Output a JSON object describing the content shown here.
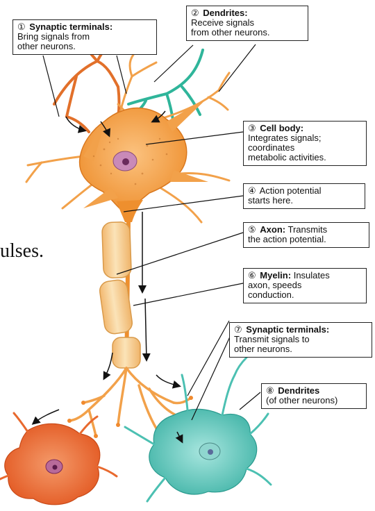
{
  "background_fragment": "ulses.",
  "labels": {
    "l1": {
      "num": "①",
      "title": "Synaptic terminals:",
      "line1": "Bring signals from",
      "line2": "other neurons."
    },
    "l2": {
      "num": "②",
      "title": "Dendrites:",
      "line1": "Receive signals",
      "line2": "from other neurons."
    },
    "l3": {
      "num": "③",
      "title": "Cell body:",
      "line1": "Integrates signals;",
      "line2": "coordinates",
      "line3": "metabolic activities."
    },
    "l4": {
      "num": "④",
      "line1": "Action potential",
      "line2": "starts here."
    },
    "l5": {
      "num": "⑤",
      "title": "Axon:",
      "line1": "Transmits",
      "line2": "the action potential."
    },
    "l6": {
      "num": "⑥",
      "title": "Myelin:",
      "line1": "Insulates",
      "line2": "axon, speeds",
      "line3": "conduction."
    },
    "l7": {
      "num": "⑦",
      "title": "Synaptic terminals:",
      "line1": "Transmit signals to",
      "line2": "other neurons."
    },
    "l8": {
      "num": "⑧",
      "title": "Dendrites",
      "line1": "(of other neurons)"
    }
  },
  "colors": {
    "orange_neuron": "#f5a64a",
    "orange_dark": "#e27a1e",
    "red_neuron": "#e8692e",
    "teal_dendrite": "#2fb59a",
    "teal_neuron": "#6fcfc4",
    "myelin": "#f8d7a0",
    "nucleus": "#9a5a8c"
  }
}
